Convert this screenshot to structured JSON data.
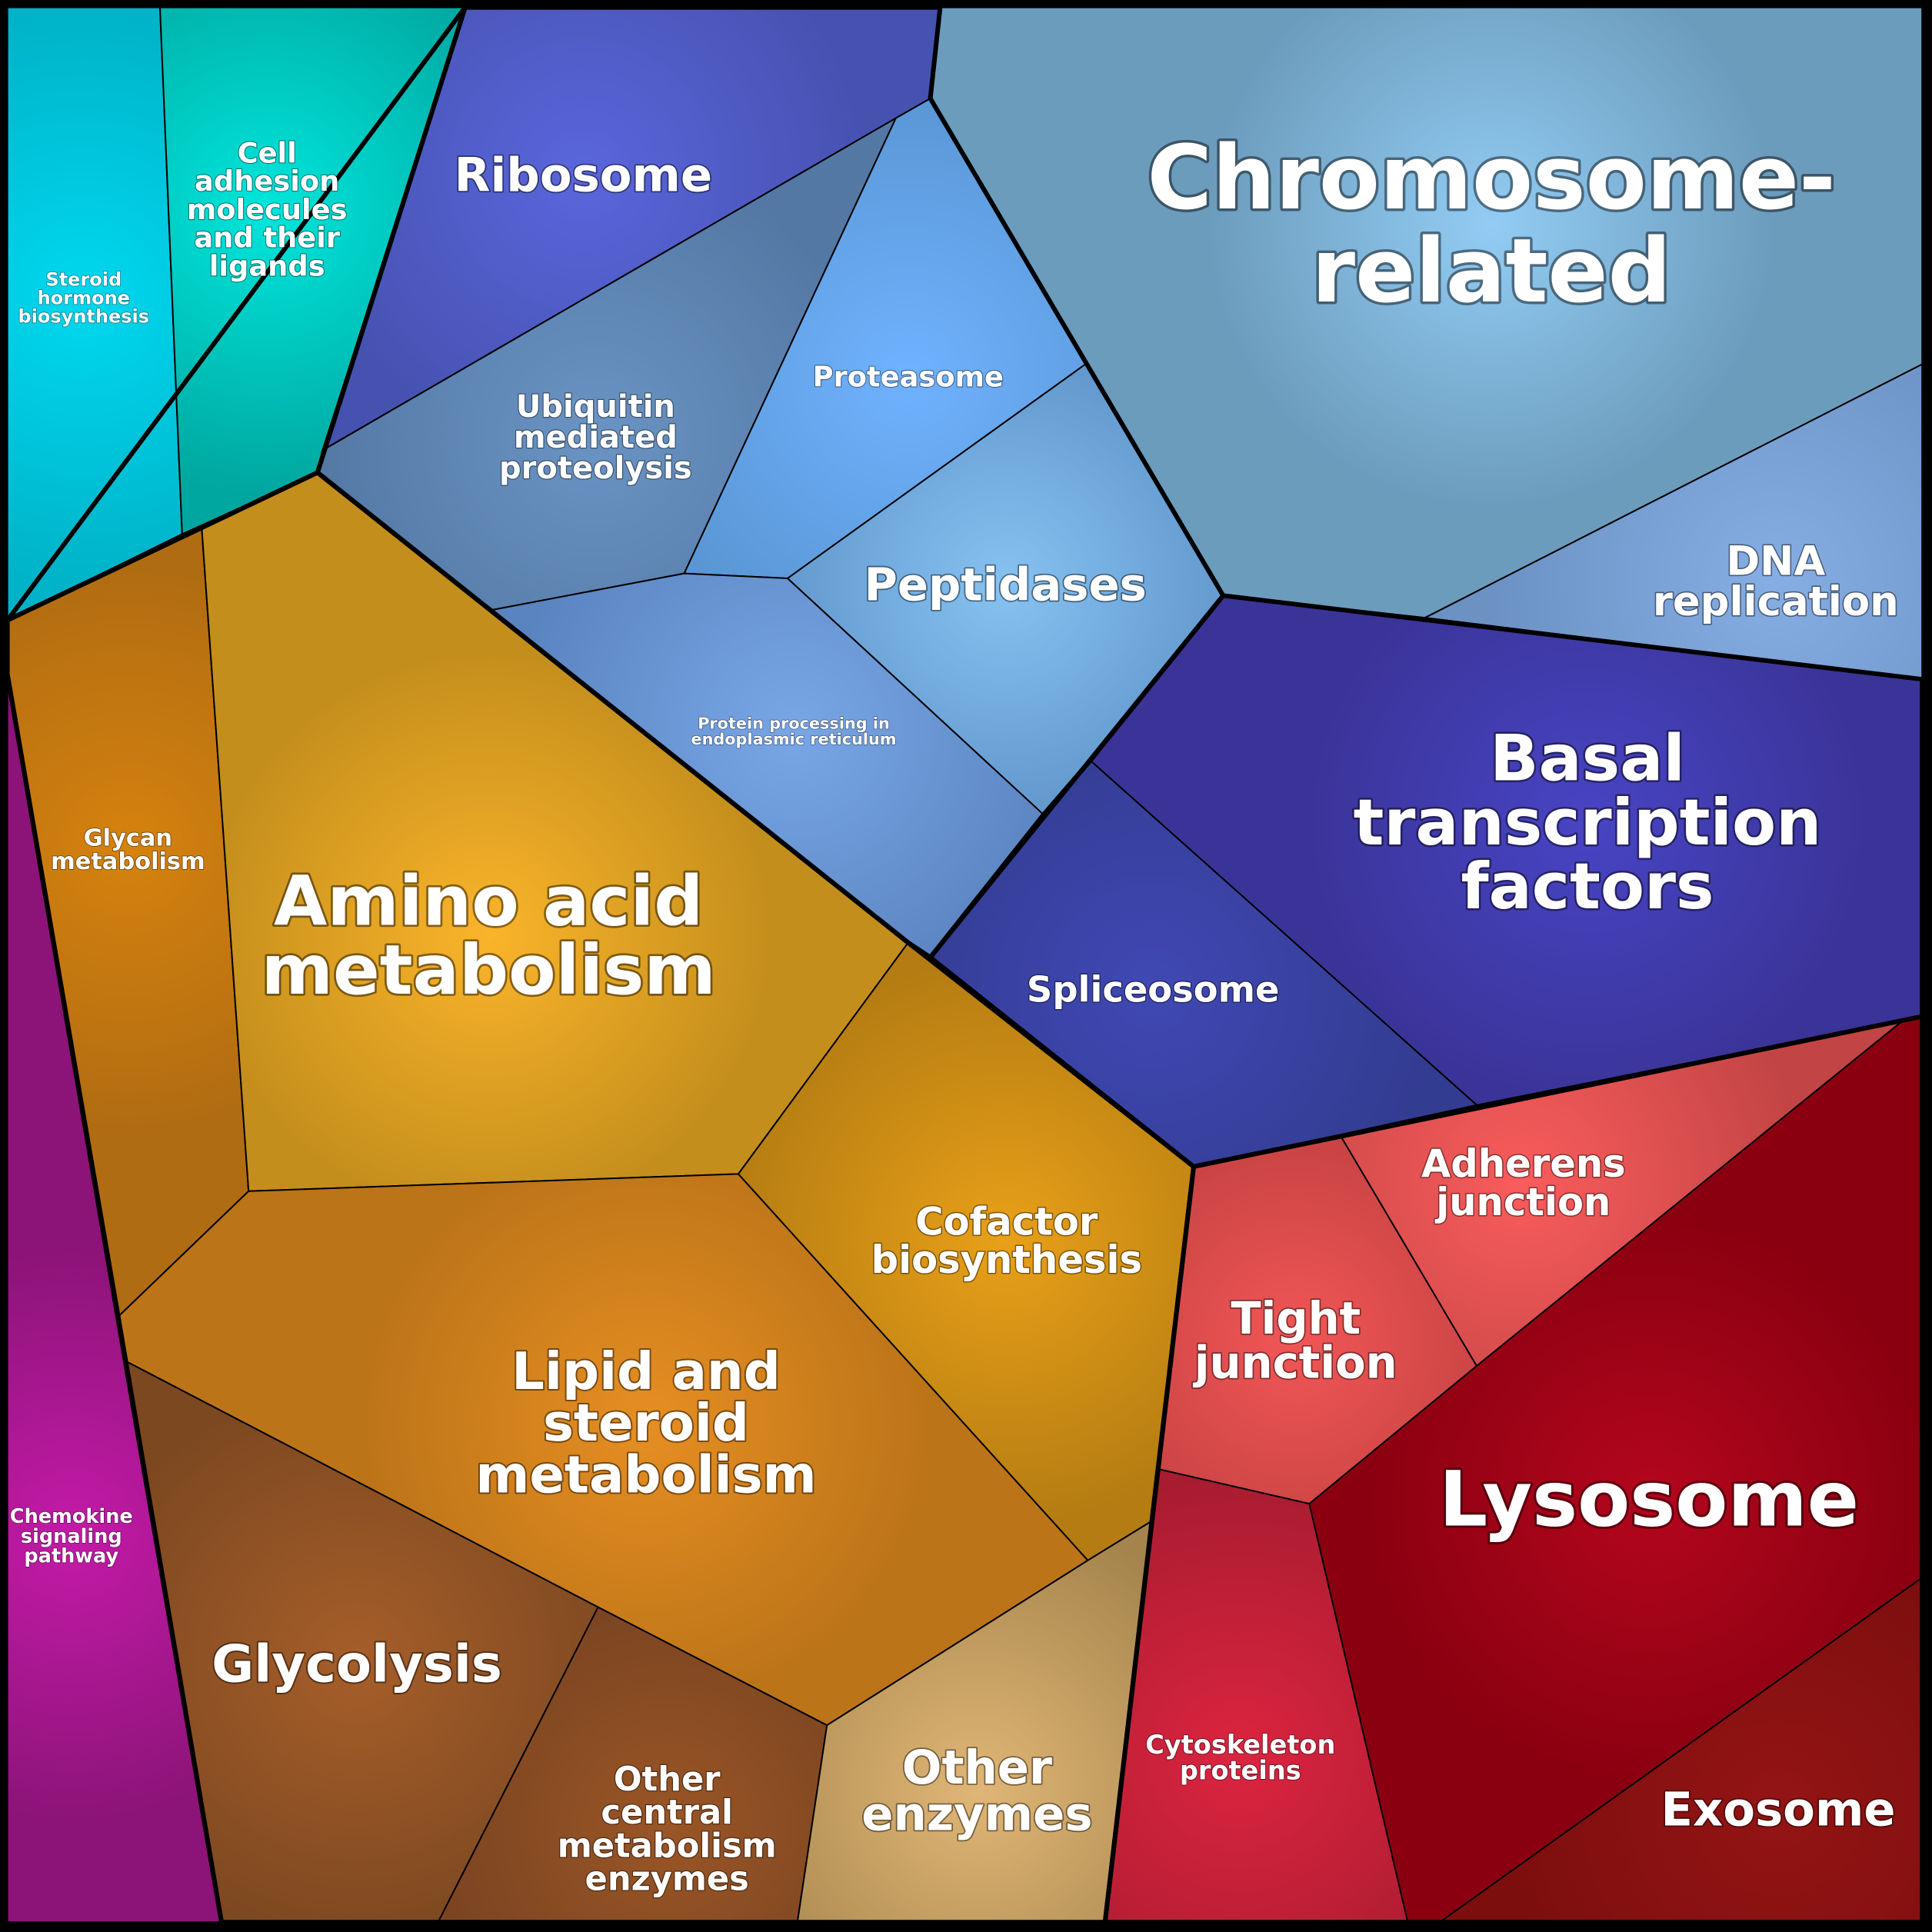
{
  "diagram": {
    "type": "voronoi-treemap",
    "cells": [
      {
        "id": "steroid",
        "label": "Steroid hormone biosynthesis",
        "lines": [
          "Steroid",
          "hormone",
          "biosynthesis"
        ],
        "color": "#00b3c8",
        "highlight": "#00d8f0"
      },
      {
        "id": "cell-adhesion",
        "label": "Cell adhesion molecules and their ligands",
        "lines": [
          "Cell",
          "adhesion",
          "molecules",
          "and their",
          "ligands"
        ],
        "color": "#00a7a0",
        "highlight": "#00e6dc"
      },
      {
        "id": "ribosome",
        "label": "Ribosome",
        "lines": [
          "Ribosome"
        ],
        "color": "#4652b0",
        "highlight": "#5a66dc"
      },
      {
        "id": "ubiquitin",
        "label": "Ubiquitin mediated proteolysis",
        "lines": [
          "Ubiquitin",
          "mediated",
          "proteolysis"
        ],
        "color": "#5478a4",
        "highlight": "#6a94c4"
      },
      {
        "id": "proteasome",
        "label": "Proteasome",
        "lines": [
          "Proteasome"
        ],
        "color": "#5a96d4",
        "highlight": "#6fb2ff"
      },
      {
        "id": "peptidases",
        "label": "Peptidases",
        "lines": [
          "Peptidases"
        ],
        "color": "#5a8ec4",
        "highlight": "#86c2f2"
      },
      {
        "id": "protein-processing",
        "label": "Protein processing in endoplasmic reticulum",
        "lines": [
          "Protein processing in",
          "endoplasmic reticulum"
        ],
        "color": "#5a84c0",
        "highlight": "#78a6e6"
      },
      {
        "id": "chromosome",
        "label": "Chromosome-related",
        "lines": [
          "Chromosome-",
          "related"
        ],
        "color": "#6c9cbc",
        "highlight": "#92ccf4"
      },
      {
        "id": "dna-replication",
        "label": "DNA replication",
        "lines": [
          "DNA",
          "replication"
        ],
        "color": "#6c92c4",
        "highlight": "#86aee4"
      },
      {
        "id": "basal",
        "label": "Basal transcription factors",
        "lines": [
          "Basal",
          "transcription",
          "factors"
        ],
        "color": "#3a3498",
        "highlight": "#4844c4"
      },
      {
        "id": "spliceosome",
        "label": "Spliceosome",
        "lines": [
          "Spliceosome"
        ],
        "color": "#323c90",
        "highlight": "#4048b4"
      },
      {
        "id": "glycan",
        "label": "Glycan metabolism",
        "lines": [
          "Glycan",
          "metabolism"
        ],
        "color": "#b06c12",
        "highlight": "#d6820e"
      },
      {
        "id": "amino-acid",
        "label": "Amino acid metabolism",
        "lines": [
          "Amino acid",
          "metabolism"
        ],
        "color": "#c48e1c",
        "highlight": "#fab42a"
      },
      {
        "id": "lipid",
        "label": "Lipid and steroid metabolism",
        "lines": [
          "Lipid and",
          "steroid",
          "metabolism"
        ],
        "color": "#bc7418",
        "highlight": "#e68e22"
      },
      {
        "id": "cofactor",
        "label": "Cofactor biosynthesis",
        "lines": [
          "Cofactor",
          "biosynthesis"
        ],
        "color": "#b47c12",
        "highlight": "#e8a018"
      },
      {
        "id": "chemokine",
        "label": "Chemokine signaling pathway",
        "lines": [
          "Chemokine",
          "signaling",
          "pathway"
        ],
        "color": "#8c1478",
        "highlight": "#c41aa8"
      },
      {
        "id": "glycolysis",
        "label": "Glycolysis",
        "lines": [
          "Glycolysis"
        ],
        "color": "#7c4820",
        "highlight": "#a65e2a"
      },
      {
        "id": "other-central",
        "label": "Other central metabolism enzymes",
        "lines": [
          "Other",
          "central",
          "metabolism",
          "enzymes"
        ],
        "color": "#744020",
        "highlight": "#9a5626"
      },
      {
        "id": "other-enzymes",
        "label": "Other enzymes",
        "lines": [
          "Other",
          "enzymes"
        ],
        "color": "#a4844c",
        "highlight": "#e0b676"
      },
      {
        "id": "tight",
        "label": "Tight junction",
        "lines": [
          "Tight",
          "junction"
        ],
        "color": "#b83c3c",
        "highlight": "#f25656"
      },
      {
        "id": "adherens",
        "label": "Adherens junction",
        "lines": [
          "Adherens",
          "junction"
        ],
        "color": "#c24444",
        "highlight": "#fa5c5c"
      },
      {
        "id": "cytoskeleton",
        "label": "Cytoskeleton proteins",
        "lines": [
          "Cytoskeleton",
          "proteins"
        ],
        "color": "#a81c30",
        "highlight": "#dc2440"
      },
      {
        "id": "lysosome",
        "label": "Lysosome",
        "lines": [
          "Lysosome"
        ],
        "color": "#8a0010",
        "highlight": "#b4061e"
      },
      {
        "id": "exosome",
        "label": "Exosome",
        "lines": [
          "Exosome"
        ],
        "color": "#7c0e0e",
        "highlight": "#941414"
      }
    ]
  }
}
